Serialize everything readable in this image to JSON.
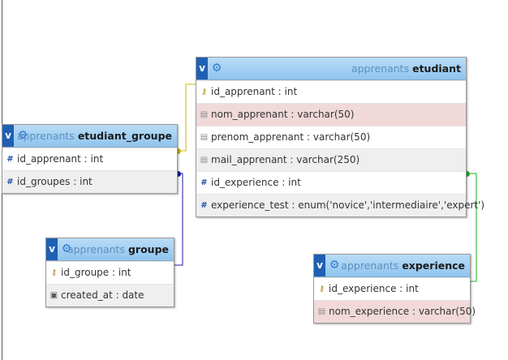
{
  "colors": {
    "link_etudiant_groupe_to_etudiant": "#c8b400",
    "link_groupe_to_etudiant_groupe": "#1a1aa0",
    "link_experience_to_etudiant": "#18b018"
  },
  "tables": {
    "etudiant": {
      "db": "apprenants",
      "name": "etudiant",
      "columns": [
        {
          "label": "id_apprenant : int",
          "icon": "primary-key-icon"
        },
        {
          "label": "nom_apprenant : varchar(50)",
          "icon": "index-icon"
        },
        {
          "label": "prenom_apprenant : varchar(50)",
          "icon": "index-icon"
        },
        {
          "label": "mail_apprenant : varchar(250)",
          "icon": "index-icon"
        },
        {
          "label": "id_experience : int",
          "icon": "hash-icon"
        },
        {
          "label": "experience_test : enum('novice','intermediaire','expert')",
          "icon": "hash-icon"
        }
      ]
    },
    "etudiant_groupe": {
      "db": "apprenants",
      "name": "etudiant_groupe",
      "columns": [
        {
          "label": "id_apprenant : int",
          "icon": "hash-icon"
        },
        {
          "label": "id_groupes : int",
          "icon": "hash-icon"
        }
      ]
    },
    "groupe": {
      "db": "apprenants",
      "name": "groupe",
      "columns": [
        {
          "label": "id_groupe : int",
          "icon": "primary-key-icon"
        },
        {
          "label": "created_at : date",
          "icon": "calendar-icon"
        }
      ]
    },
    "experience": {
      "db": "apprenants",
      "name": "experience",
      "columns": [
        {
          "label": "id_experience : int",
          "icon": "primary-key-icon"
        },
        {
          "label": "nom_experience : varchar(50)",
          "icon": "index-icon"
        }
      ]
    }
  },
  "ui": {
    "toggle_label": "v",
    "settings_icon": "gear-icon"
  }
}
